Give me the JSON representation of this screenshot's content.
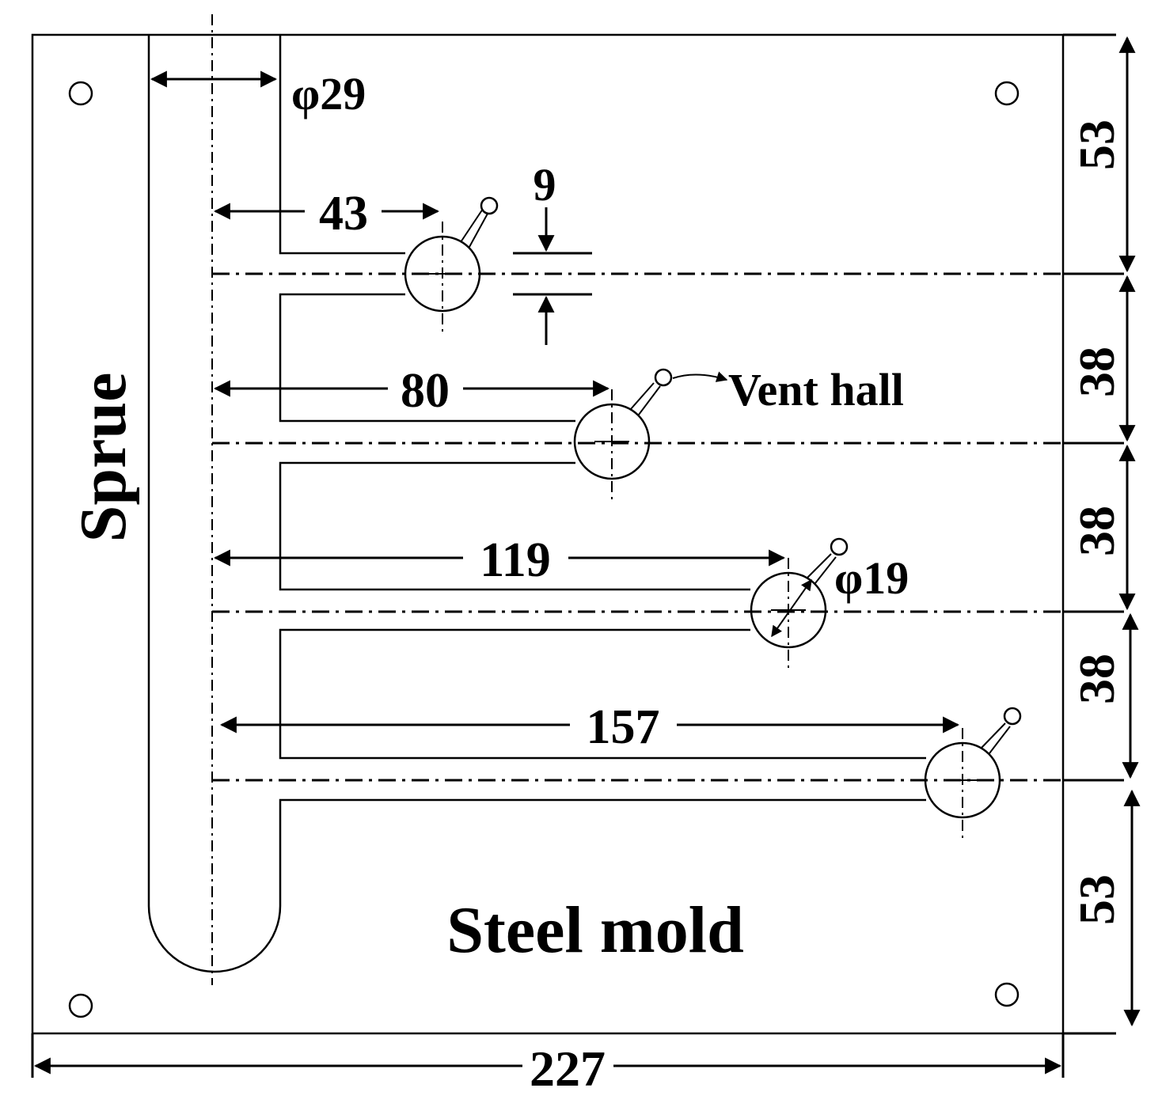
{
  "labels": {
    "sprue": "Sprue",
    "steel_mold": "Steel mold",
    "vent_hall": "Vent hall",
    "sprue_diameter": "φ29",
    "cavity_diameter": "φ19",
    "runner_width": "9"
  },
  "dimensions": {
    "overall_width": "227",
    "runner_distances": [
      "43",
      "80",
      "119",
      "157"
    ],
    "vertical_spacings": [
      "53",
      "38",
      "38",
      "38",
      "53"
    ]
  }
}
